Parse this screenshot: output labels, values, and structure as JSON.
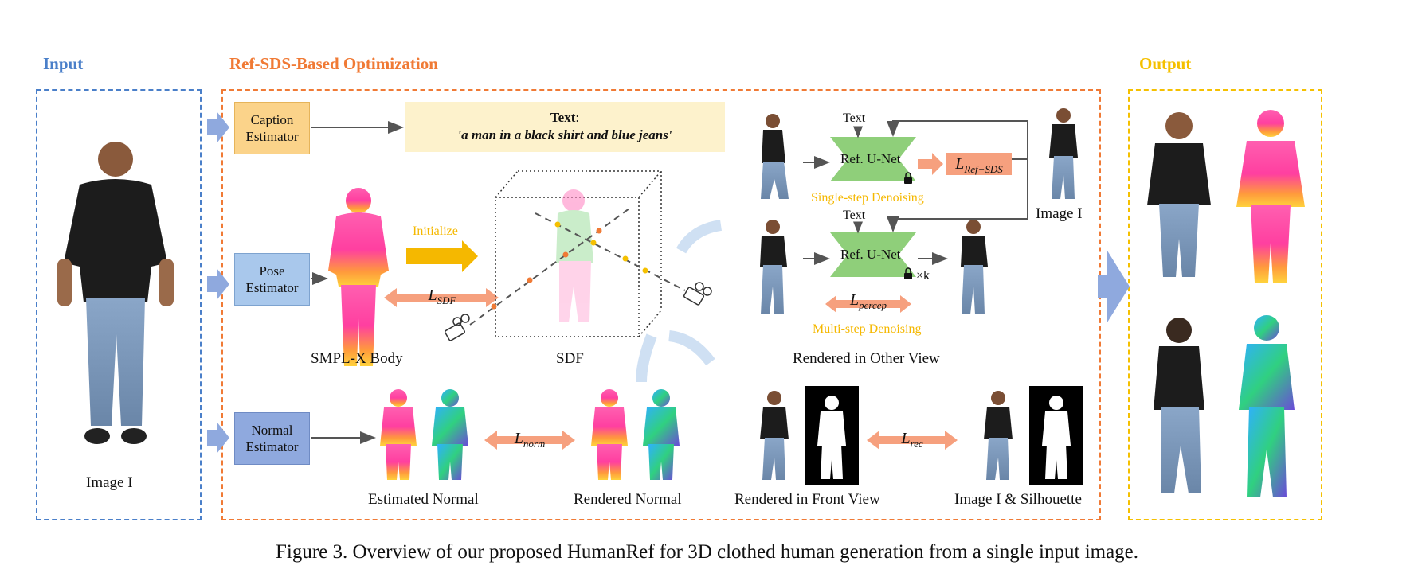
{
  "sections": {
    "input": "Input",
    "optimization": "Ref-SDS-Based Optimization",
    "output": "Output"
  },
  "modules": {
    "caption_estimator": "Caption\nEstimator",
    "pose_estimator": "Pose\nEstimator",
    "normal_estimator": "Normal\nEstimator",
    "ref_unet": "Ref. U-Net"
  },
  "text_prompt": {
    "label": "Text",
    "value": "'a man in a black shirt and blue jeans'"
  },
  "labels": {
    "image_i": "Image I",
    "smplx_body": "SMPL-X Body",
    "sdf": "SDF",
    "rendered_other_view": "Rendered in Other View",
    "estimated_normal": "Estimated Normal",
    "rendered_normal": "Rendered Normal",
    "rendered_front_view": "Rendered in Front View",
    "image_silhouette": "Image I & Silhouette",
    "text_small": "Text",
    "initialize": "Initialize",
    "single_step": "Single-step Denoising",
    "multi_step": "Multi-step Denoising",
    "times_k": "×k"
  },
  "losses": {
    "sdf": [
      "L",
      "SDF"
    ],
    "ref_sds": [
      "L",
      "Ref−SDS"
    ],
    "percep": [
      "L",
      "percep"
    ],
    "norm": [
      "L",
      "norm"
    ],
    "rec": [
      "L",
      "rec"
    ]
  },
  "caption": "Figure 3. Overview of our proposed HumanRef for 3D clothed human generation from a single input image.",
  "colors": {
    "input": "#4a7fc9",
    "optimization": "#f07a35",
    "output": "#f5c000",
    "caption_box": "#fbd38a",
    "pose_box": "#a9c8ec",
    "normal_box": "#8fa9de",
    "unet": "#8fcf7a",
    "loss": "#f6a07e",
    "text_box": "#fdf2cc",
    "gold": "#f5b800"
  }
}
